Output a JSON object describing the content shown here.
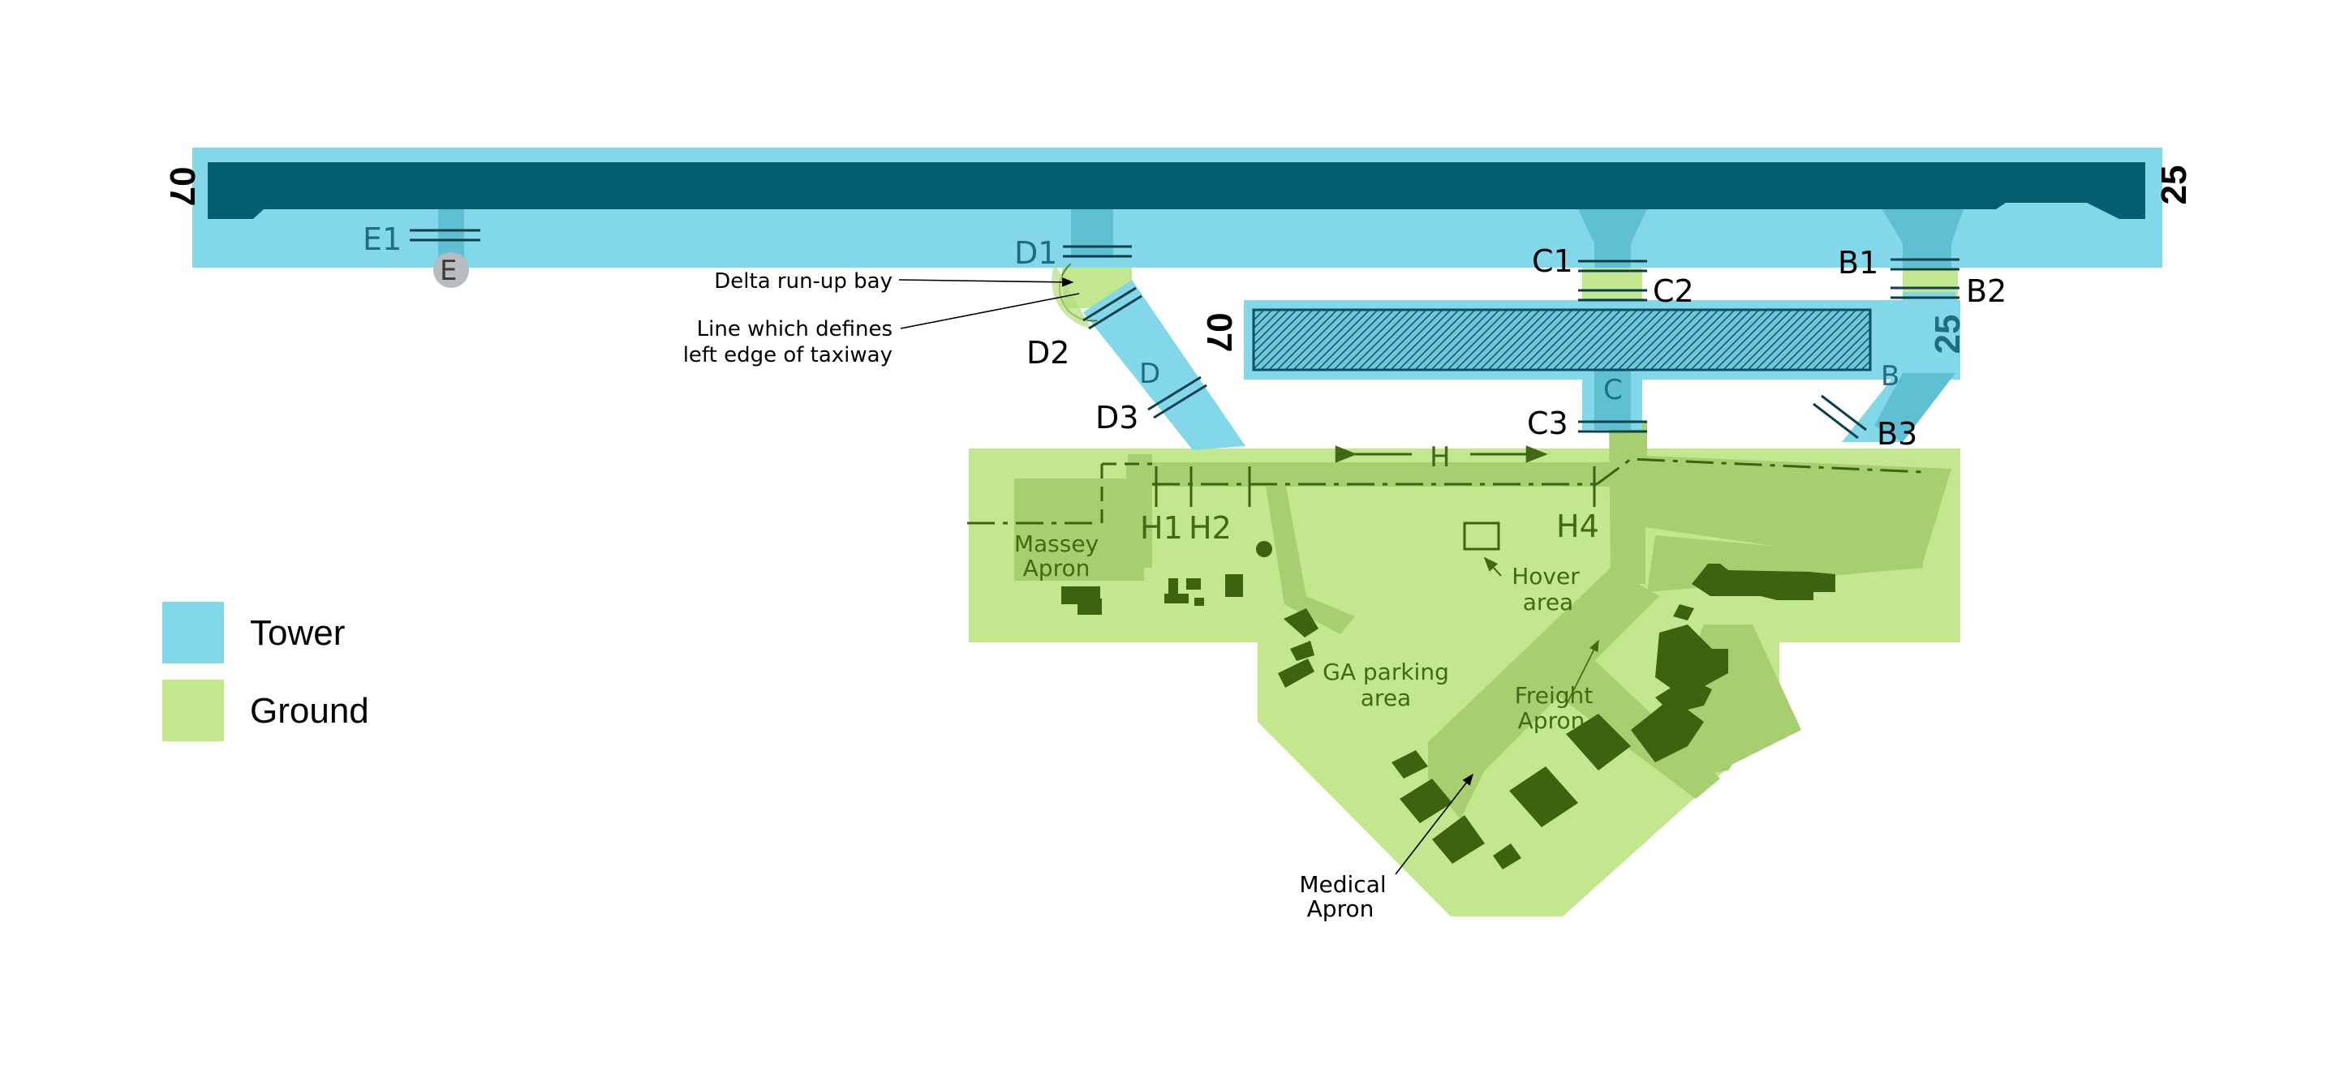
{
  "colors": {
    "tower": "#82d8e9",
    "tower_taxi": "#5fbfd3",
    "runway": "#035e70",
    "ground": "#c3e78e",
    "ground_taxi": "#a7cf70",
    "buildings": "#3d6210",
    "text_ground": "#3f6b17",
    "text_tower": "#1e6e82"
  },
  "runway_main": {
    "end_left": "07",
    "end_right": "25"
  },
  "runway_secondary": {
    "end_left": "07",
    "end_right": "25"
  },
  "taxiways": {
    "E": "E",
    "D": "D",
    "C": "C",
    "B": "B",
    "H": "H"
  },
  "holding_points": {
    "E1": "E1",
    "D1": "D1",
    "D2": "D2",
    "D3": "D3",
    "C1": "C1",
    "C2": "C2",
    "C3": "C3",
    "B1": "B1",
    "B2": "B2",
    "B3": "B3",
    "H1": "H1",
    "H2": "H2",
    "H4": "H4"
  },
  "areas": {
    "massey_l1": "Massey",
    "massey_l2": "Apron",
    "hover_l1": "Hover",
    "hover_l2": "area",
    "ga_l1": "GA parking",
    "ga_l2": "area",
    "freight_l1": "Freight",
    "freight_l2": "Apron",
    "medical_l1": "Medical",
    "medical_l2": "Apron"
  },
  "annotations": {
    "runup": "Delta run-up bay",
    "edge_l1": "Line which defines",
    "edge_l2": "left edge of taxiway"
  },
  "legend": [
    {
      "label": "Tower",
      "color": "#82d8e9"
    },
    {
      "label": "Ground",
      "color": "#c3e78e"
    }
  ]
}
